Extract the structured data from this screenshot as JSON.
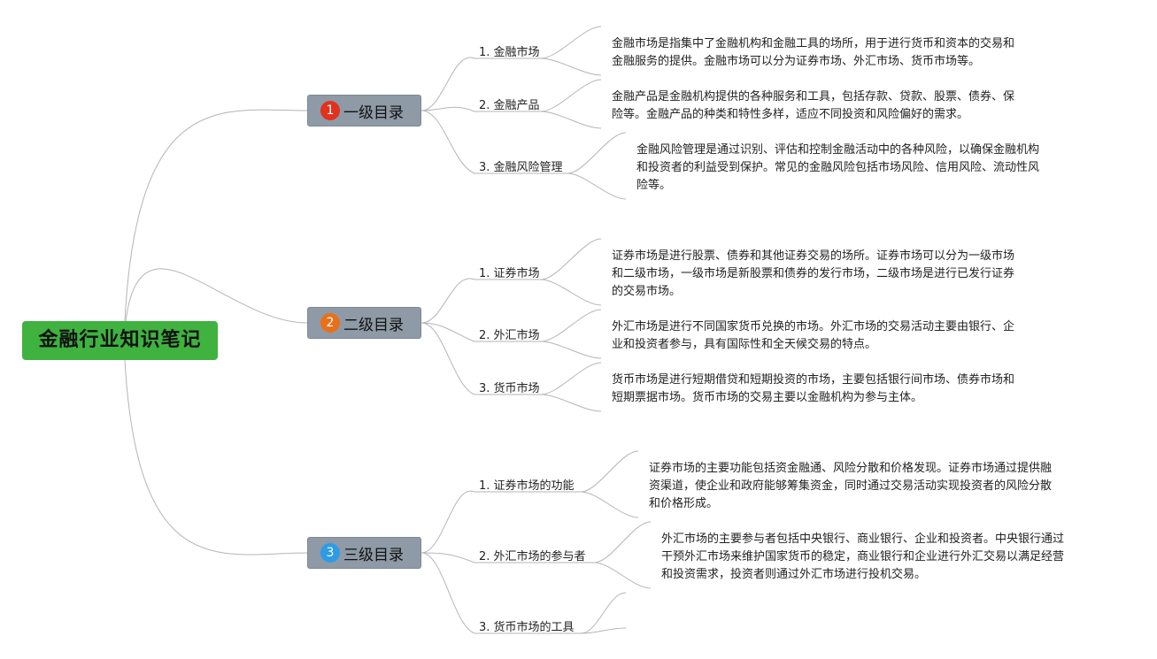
{
  "root": {
    "title": "金融行业知识笔记"
  },
  "colors": {
    "root": "#3fb23f",
    "category": "#8e9aa6",
    "badge1": "#e2311d",
    "badge2": "#e8701a",
    "badge3": "#2e9be6",
    "line": "#b5b5b5"
  },
  "categories": [
    {
      "badge": "1",
      "label": "一级目录",
      "items": [
        {
          "label": "1. 金融市场",
          "desc": [
            "金融市场是指集中了金融机构和金融工具的场所，用于进行货币和资本的交易和",
            "金融服务的提供。金融市场可以分为证券市场、外汇市场、货币市场等。"
          ]
        },
        {
          "label": "2. 金融产品",
          "desc": [
            "金融产品是金融机构提供的各种服务和工具，包括存款、贷款、股票、债券、保",
            "险等。金融产品的种类和特性多样，适应不同投资和风险偏好的需求。"
          ]
        },
        {
          "label": "3. 金融风险管理",
          "desc": [
            "金融风险管理是通过识别、评估和控制金融活动中的各种风险，以确保金融机构",
            "和投资者的利益受到保护。常见的金融风险包括市场风险、信用风险、流动性风",
            "险等。"
          ]
        }
      ]
    },
    {
      "badge": "2",
      "label": "二级目录",
      "items": [
        {
          "label": "1. 证券市场",
          "desc": [
            "证券市场是进行股票、债券和其他证券交易的场所。证券市场可以分为一级市场",
            "和二级市场，一级市场是新股票和债券的发行市场，二级市场是进行已发行证券",
            "的交易市场。"
          ]
        },
        {
          "label": "2. 外汇市场",
          "desc": [
            "外汇市场是进行不同国家货币兑换的市场。外汇市场的交易活动主要由银行、企",
            "业和投资者参与，具有国际性和全天候交易的特点。"
          ]
        },
        {
          "label": "3. 货币市场",
          "desc": [
            "货币市场是进行短期借贷和短期投资的市场，主要包括银行间市场、债券市场和",
            "短期票据市场。货币市场的交易主要以金融机构为参与主体。"
          ]
        }
      ]
    },
    {
      "badge": "3",
      "label": "三级目录",
      "items": [
        {
          "label": "1. 证券市场的功能",
          "desc": [
            "证券市场的主要功能包括资金融通、风险分散和价格发现。证券市场通过提供融",
            "资渠道，使企业和政府能够筹集资金，同时通过交易活动实现投资者的风险分散",
            "和价格形成。"
          ]
        },
        {
          "label": "2. 外汇市场的参与者",
          "desc": [
            "外汇市场的主要参与者包括中央银行、商业银行、企业和投资者。中央银行通过",
            "干预外汇市场来维护国家货币的稳定，商业银行和企业进行外汇交易以满足经营",
            "和投资需求，投资者则通过外汇市场进行投机交易。"
          ]
        },
        {
          "label": "3. 货币市场的工具",
          "desc": []
        }
      ]
    }
  ]
}
